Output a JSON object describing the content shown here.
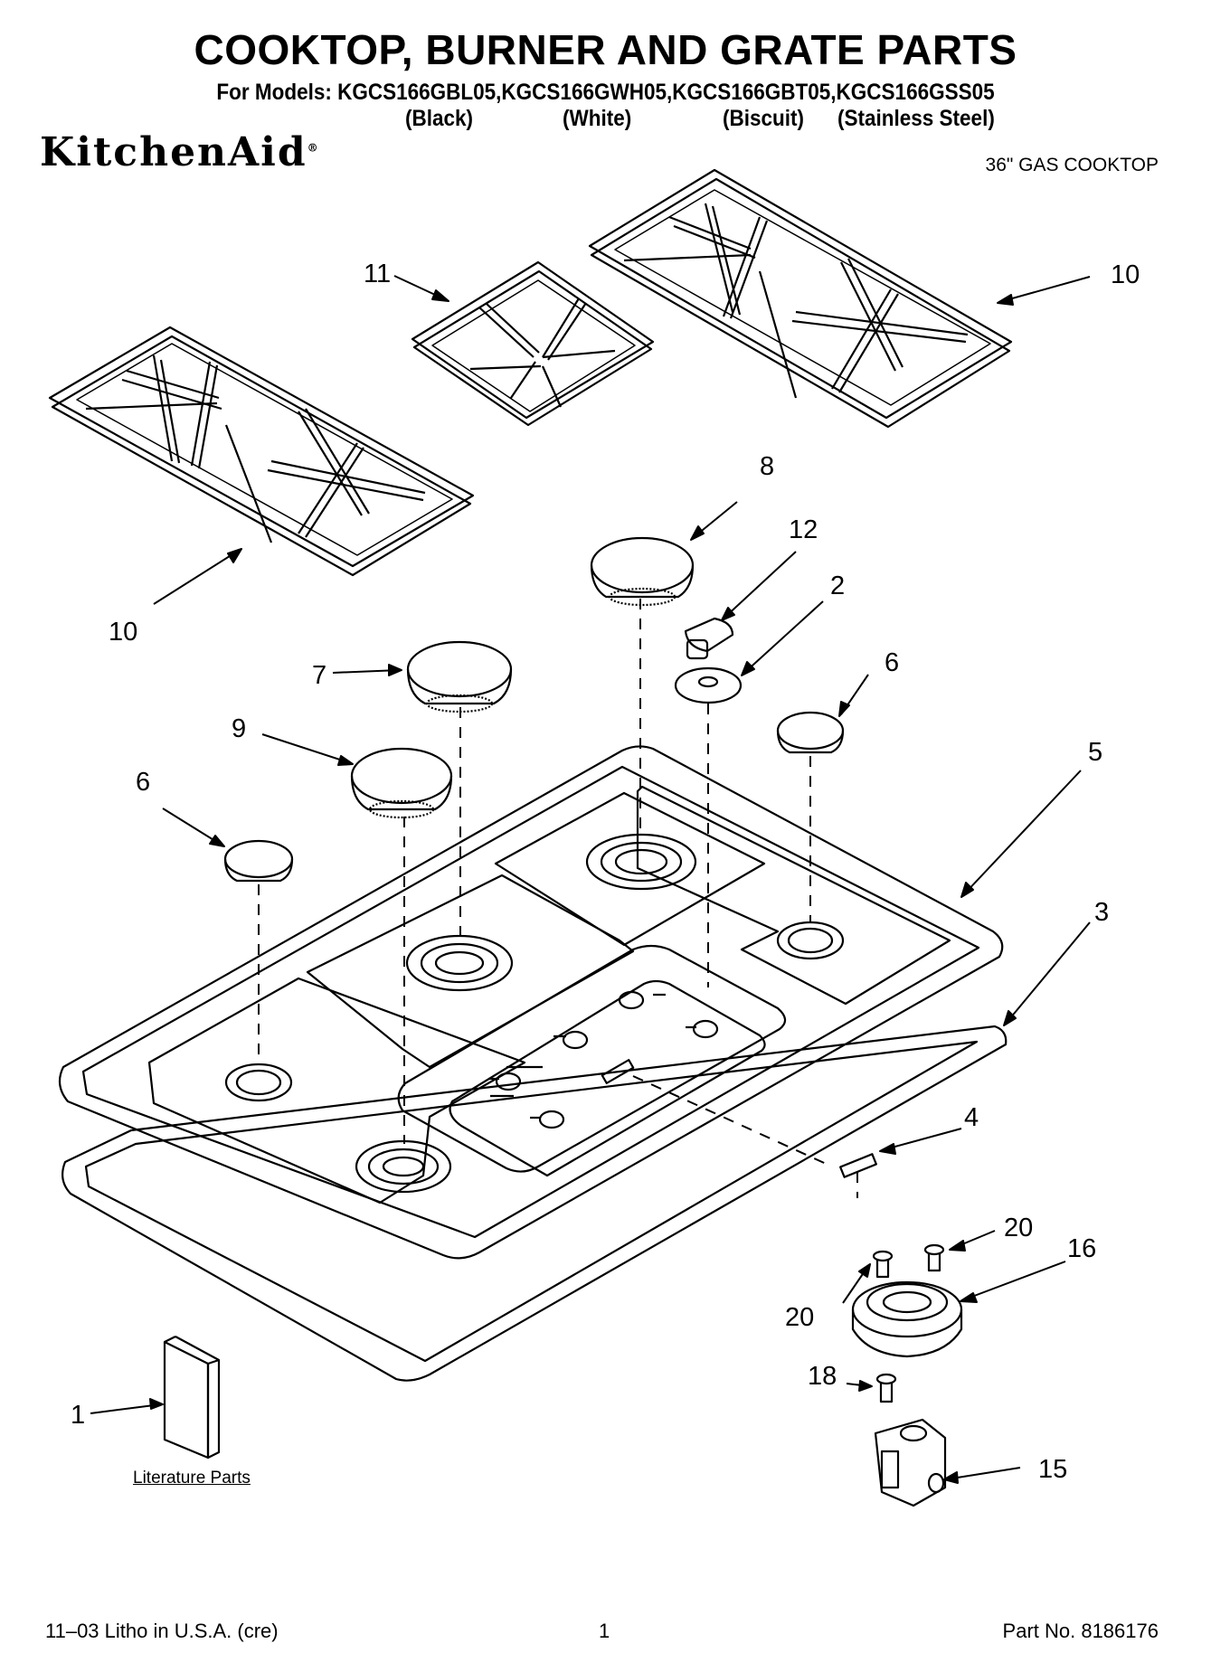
{
  "header": {
    "title": "COOKTOP, BURNER AND GRATE PARTS",
    "models_line": "For Models: KGCS166GBL05,KGCS166GWH05,KGCS166GBT05,KGCS166GSS05",
    "variants": [
      "(Black)",
      "(White)",
      "(Biscuit)",
      "(Stainless Steel)"
    ],
    "brand": "KitchenAid",
    "product": "36\" GAS COOKTOP"
  },
  "callouts": {
    "c1": "1",
    "c2": "2",
    "c3": "3",
    "c4": "4",
    "c5": "5",
    "c6a": "6",
    "c6b": "6",
    "c7": "7",
    "c8": "8",
    "c9": "9",
    "c10a": "10",
    "c10b": "10",
    "c11": "11",
    "c12": "12",
    "c15": "15",
    "c16": "16",
    "c18": "18",
    "c20a": "20",
    "c20b": "20"
  },
  "literature_label": "Literature Parts",
  "footer": {
    "left": "11–03 Litho in U.S.A. (cre)",
    "page": "1",
    "part_no": "Part No. 8186176"
  }
}
